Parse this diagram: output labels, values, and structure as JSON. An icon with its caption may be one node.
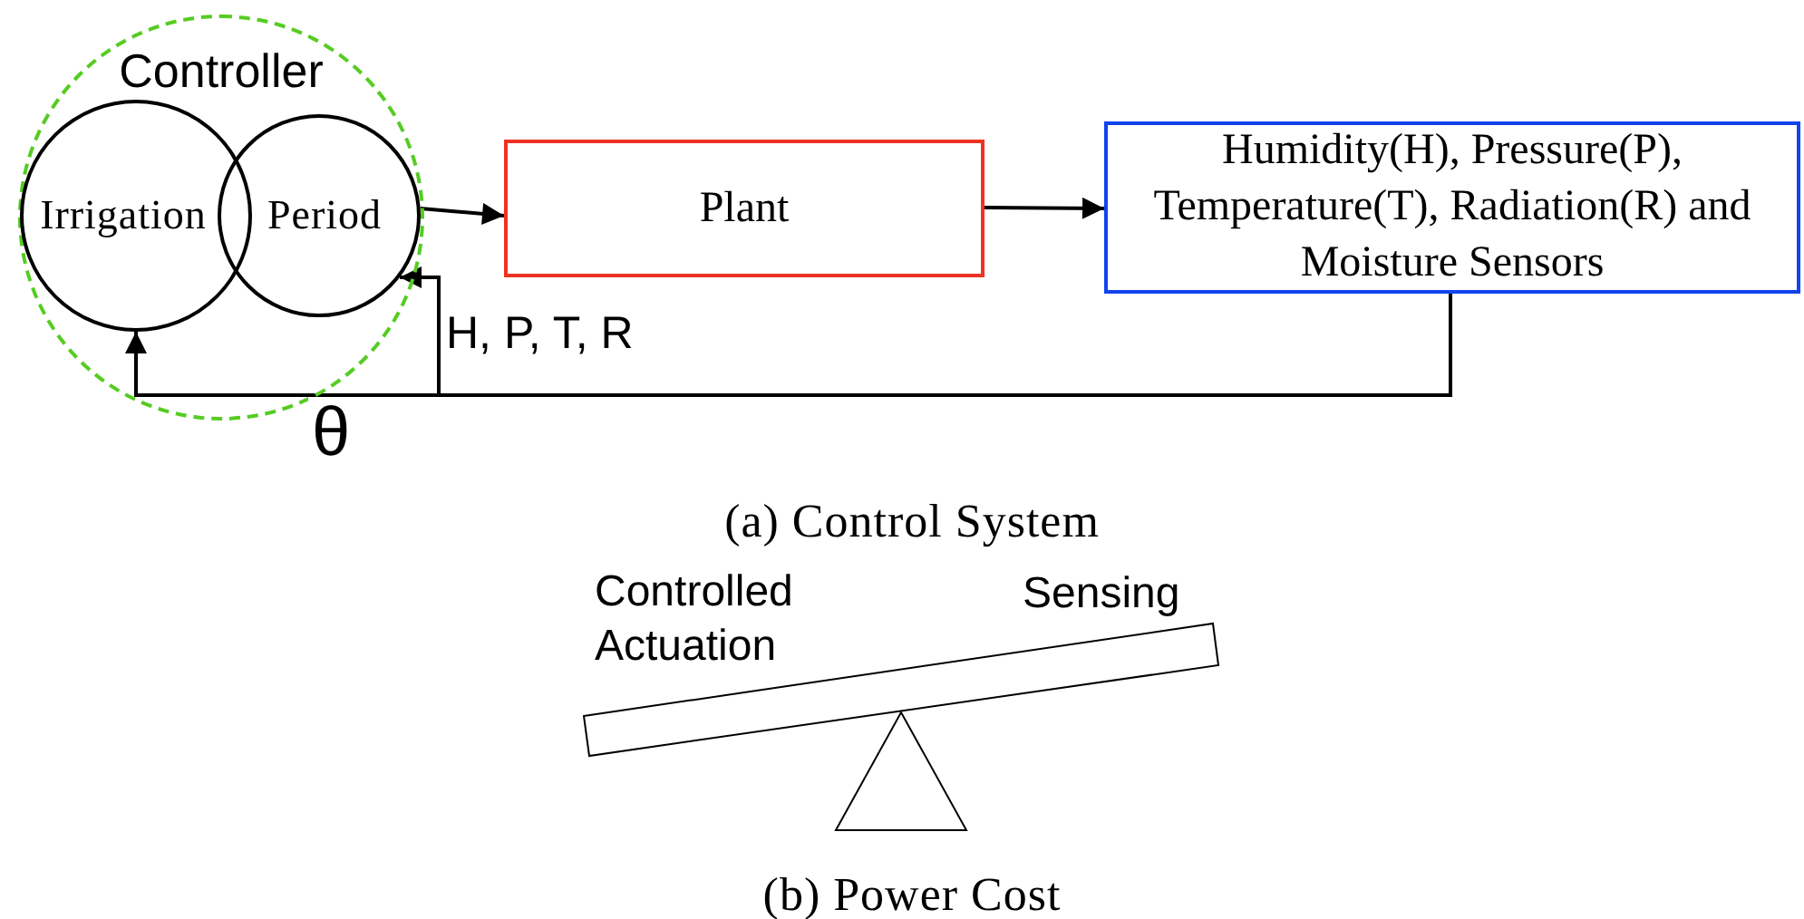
{
  "diagram": {
    "nodes": [
      {
        "text": [
          "Controller"
        ]
      },
      {
        "text": [
          "Irrigation"
        ],
        "in": 0
      },
      {
        "text": [
          "Period"
        ],
        "in": 0
      },
      {
        "text": [
          "Plant"
        ]
      },
      {
        "text": [
          "Humidity(H), Pressure(P), Temperature(T), Radiation(R) and Moisture Sensors"
        ]
      }
    ],
    "edges": [
      {
        "from": 2,
        "to": 3,
        "arrow": "to"
      },
      {
        "from": 3,
        "to": 4,
        "arrow": "to"
      },
      {
        "from": 4,
        "to": 2,
        "arrow": "to",
        "label": "H, P, T, R"
      },
      {
        "from": 4,
        "to": 1,
        "arrow": "to",
        "label": "θ"
      }
    ],
    "labels": [
      "(a) Control System",
      "Controlled Actuation",
      "Sensing",
      "(b) Power Cost"
    ]
  }
}
